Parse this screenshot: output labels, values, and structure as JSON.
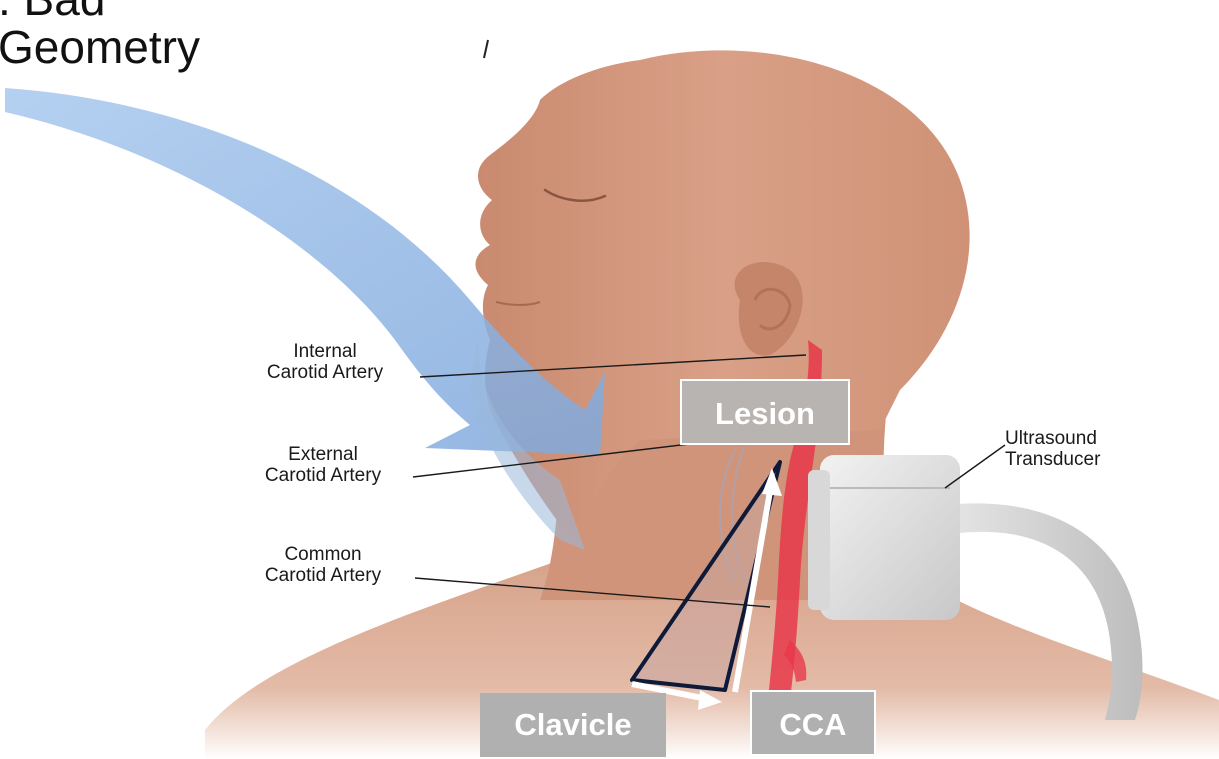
{
  "title": {
    "line1": ": Bad",
    "line2": "Geometry"
  },
  "labels": {
    "internal": {
      "line1": "Internal",
      "line2": "Carotid Artery"
    },
    "external": {
      "line1": "External",
      "line2": "Carotid Artery"
    },
    "common": {
      "line1": "Common",
      "line2": "Carotid Artery"
    },
    "transducer": {
      "line1": "Ultrasound",
      "line2": "Transducer"
    }
  },
  "tags": {
    "lesion": "Lesion",
    "clavicle": "Clavicle",
    "cca": "CCA"
  },
  "colors": {
    "skin": "#d4957a",
    "skin_shadow": "#c2836a",
    "artery": "#e8384a",
    "arrow_blue": "#8fb6e3",
    "tag_gray": "#b0b0b0",
    "triangle_stroke": "#0d1a3a",
    "transducer": "#e2e2e2"
  },
  "icons": {
    "big_arrow": "curved-arrow",
    "probe": "ultrasound-transducer",
    "figure": "head-and-neck-profile"
  }
}
